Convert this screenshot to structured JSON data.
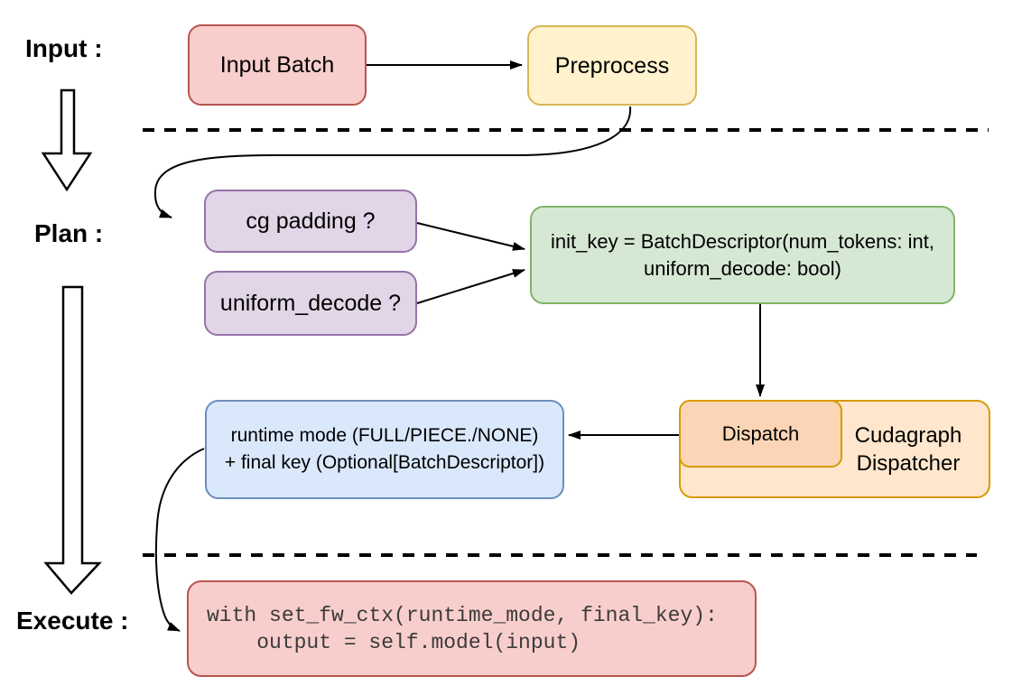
{
  "phases": {
    "input": "Input :",
    "plan": "Plan :",
    "execute": "Execute :"
  },
  "nodes": {
    "input_batch": {
      "label": "Input Batch"
    },
    "preprocess": {
      "label": "Preprocess"
    },
    "cg_padding": {
      "label": "cg padding ?"
    },
    "uniform_decode": {
      "label": "uniform_decode ?"
    },
    "init_key": {
      "line1": "init_key = BatchDescriptor(num_tokens: int,",
      "line2": "uniform_decode: bool)"
    },
    "dispatch": {
      "label": "Dispatch"
    },
    "cudagraph_dispatcher": {
      "line1": "Cudagraph",
      "line2": "Dispatcher"
    },
    "runtime_mode": {
      "line1": "runtime mode (FULL/PIECE./NONE)",
      "line2": "+ final key (Optional[BatchDescriptor])"
    },
    "execute_code": {
      "line1": "with set_fw_ctx(runtime_mode, final_key):",
      "line2": "    output = self.model(input)"
    }
  },
  "colors": {
    "input_batch_fill": "#f8cecc",
    "input_batch_border": "#b85450",
    "preprocess_fill": "#fff2cc",
    "preprocess_border": "#d6b656",
    "question_fill": "#e1d5e7",
    "question_border": "#9673a6",
    "init_key_fill": "#d5e8d4",
    "init_key_border": "#82b366",
    "dispatcher_fill": "#ffe6cc",
    "dispatcher_border": "#d79b00",
    "dispatch_inner_fill": "#fbd5b5",
    "runtime_fill": "#dae8fc",
    "runtime_border": "#6c8ebf",
    "code_fill": "#f8cecc",
    "code_border": "#b85450",
    "edge_color": "#000000",
    "background": "#ffffff"
  }
}
